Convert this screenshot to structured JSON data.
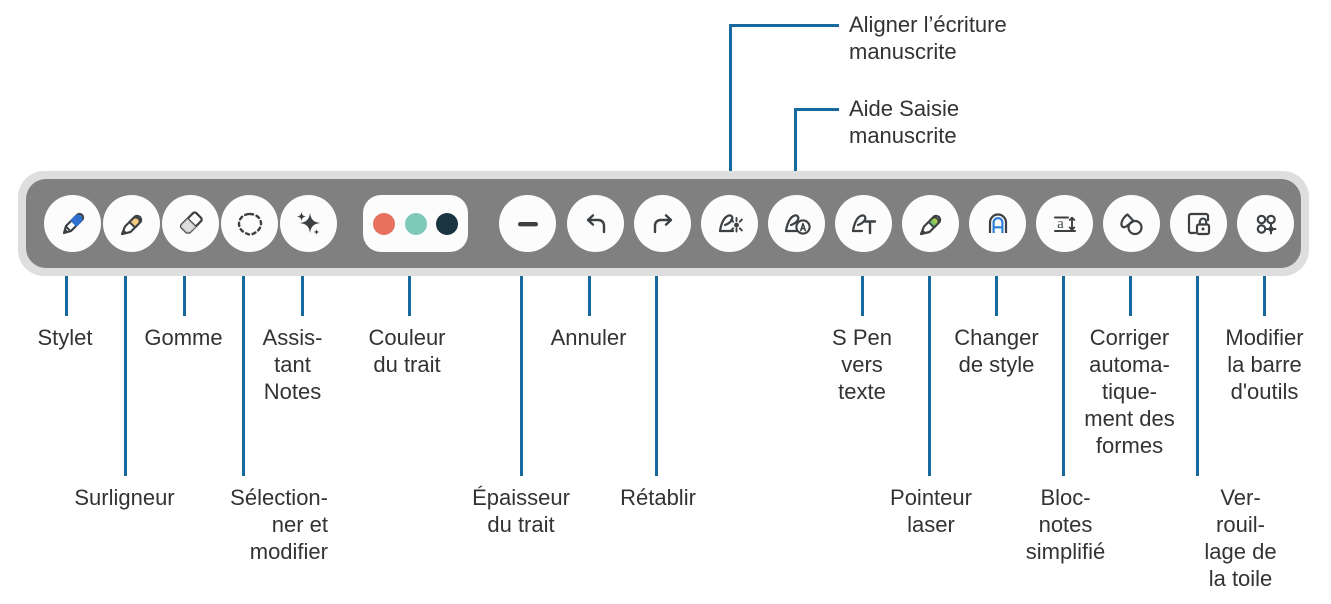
{
  "toolbar": {
    "background_color": "#808080",
    "border_color": "#dedede",
    "button_color": "#fcfcfc",
    "swatch_colors": [
      "#e8705f",
      "#7fc9b8",
      "#1b3442"
    ],
    "items": [
      {
        "icon": "pen-icon",
        "label": "Stylet"
      },
      {
        "icon": "highlighter-icon",
        "label": "Surligneur"
      },
      {
        "icon": "eraser-icon",
        "label": "Gomme"
      },
      {
        "icon": "lasso-select-icon",
        "label": "Sélection-\nner et\nmodifier"
      },
      {
        "icon": "notes-assistant-sparkle-icon",
        "label": "Assis-\ntant\nNotes"
      },
      {
        "icon": "stroke-color-swatches",
        "label": "Couleur\ndu trait"
      },
      {
        "icon": "stroke-thickness-icon",
        "label": "Épaisseur\ndu trait"
      },
      {
        "icon": "undo-arrow-icon",
        "label": "Annuler"
      },
      {
        "icon": "redo-arrow-icon",
        "label": "Rétablir"
      },
      {
        "icon": "straighten-handwriting-icon",
        "label": "Aligner l’écriture\nmanuscrite"
      },
      {
        "icon": "handwriting-assist-icon",
        "label": "Aide Saisie\nmanuscrite"
      },
      {
        "icon": "spen-to-text-icon",
        "label": "S Pen\nvers\ntexte"
      },
      {
        "icon": "laser-pointer-icon",
        "label": "Pointeur\nlaser"
      },
      {
        "icon": "change-style-icon",
        "label": "Changer\nde style"
      },
      {
        "icon": "simple-notepad-icon",
        "label": "Bloc-\nnotes\nsimplifié"
      },
      {
        "icon": "auto-shape-correct-icon",
        "label": "Corriger\nautoma-\ntique-\nment des\nformes"
      },
      {
        "icon": "canvas-lock-icon",
        "label": "Ver-\nrouil-\nlage de\nla toile"
      },
      {
        "icon": "edit-toolbar-icon",
        "label": "Modifier\nla barre\nd'outils"
      }
    ]
  },
  "callout_line_color": "#17699e"
}
